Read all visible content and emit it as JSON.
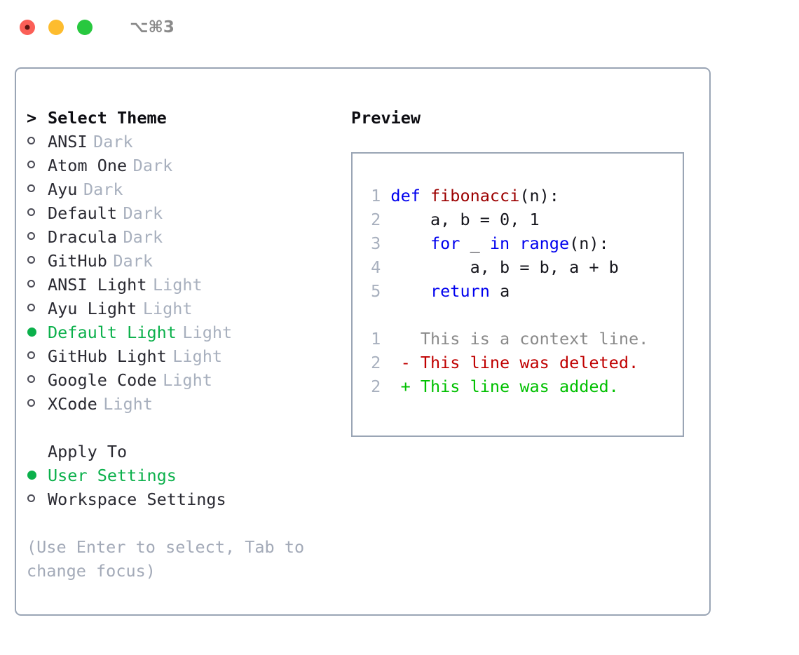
{
  "window": {
    "shortcut_label": "⌥⌘3",
    "traffic_lights": [
      "close",
      "minimize",
      "maximize"
    ]
  },
  "theme_picker": {
    "header_marker": ">",
    "header": "Select Theme",
    "unselected_marker": "o",
    "selected_marker": "●",
    "items": [
      {
        "name": "ANSI",
        "tag": "Dark",
        "selected": false
      },
      {
        "name": "Atom One",
        "tag": "Dark",
        "selected": false
      },
      {
        "name": "Ayu",
        "tag": "Dark",
        "selected": false
      },
      {
        "name": "Default",
        "tag": "Dark",
        "selected": false
      },
      {
        "name": "Dracula",
        "tag": "Dark",
        "selected": false
      },
      {
        "name": "GitHub",
        "tag": "Dark",
        "selected": false
      },
      {
        "name": "ANSI Light",
        "tag": "Light",
        "selected": false
      },
      {
        "name": "Ayu Light",
        "tag": "Light",
        "selected": false
      },
      {
        "name": "Default Light",
        "tag": "Light",
        "selected": true
      },
      {
        "name": "GitHub Light",
        "tag": "Light",
        "selected": false
      },
      {
        "name": "Google Code",
        "tag": "Light",
        "selected": false
      },
      {
        "name": "XCode",
        "tag": "Light",
        "selected": false
      }
    ]
  },
  "apply_to": {
    "heading": "Apply To",
    "items": [
      {
        "name": "User Settings",
        "selected": true
      },
      {
        "name": "Workspace Settings",
        "selected": false
      }
    ]
  },
  "hint": "(Use Enter to select, Tab to change focus)",
  "preview": {
    "title": "Preview",
    "code_lines": [
      {
        "lineno": "1",
        "tokens": [
          {
            "text": "def ",
            "kind": "kw"
          },
          {
            "text": "fibonacci",
            "kind": "fn"
          },
          {
            "text": "(n):",
            "kind": "plain"
          }
        ]
      },
      {
        "lineno": "2",
        "tokens": [
          {
            "text": "    a, b = 0, 1",
            "kind": "plain"
          }
        ]
      },
      {
        "lineno": "3",
        "tokens": [
          {
            "text": "    ",
            "kind": "plain"
          },
          {
            "text": "for ",
            "kind": "kw"
          },
          {
            "text": "_ ",
            "kind": "plain"
          },
          {
            "text": "in ",
            "kind": "kw"
          },
          {
            "text": "range",
            "kind": "kw"
          },
          {
            "text": "(n):",
            "kind": "plain"
          }
        ]
      },
      {
        "lineno": "4",
        "tokens": [
          {
            "text": "        a, b = b, a + b",
            "kind": "plain"
          }
        ]
      },
      {
        "lineno": "5",
        "tokens": [
          {
            "text": "    ",
            "kind": "plain"
          },
          {
            "text": "return ",
            "kind": "kw"
          },
          {
            "text": "a",
            "kind": "plain"
          }
        ]
      }
    ],
    "diff_lines": [
      {
        "lineno": "1",
        "sign": " ",
        "text": " This is a context line.",
        "kind": "ctx"
      },
      {
        "lineno": "2",
        "sign": "-",
        "text": " This line was deleted.",
        "kind": "del"
      },
      {
        "lineno": "2",
        "sign": "+",
        "text": " This line was added.",
        "kind": "add"
      }
    ]
  },
  "colors": {
    "accent_green": "#0BB04B",
    "border": "#9AA5B5",
    "tag_gray": "#A8B0BE",
    "hint_gray": "#A3AAB8",
    "keyword_blue": "#0000EE",
    "function_red": "#9C0000",
    "diff_delete": "#C00000",
    "diff_add": "#00C000",
    "diff_context": "#8A8A8A"
  }
}
